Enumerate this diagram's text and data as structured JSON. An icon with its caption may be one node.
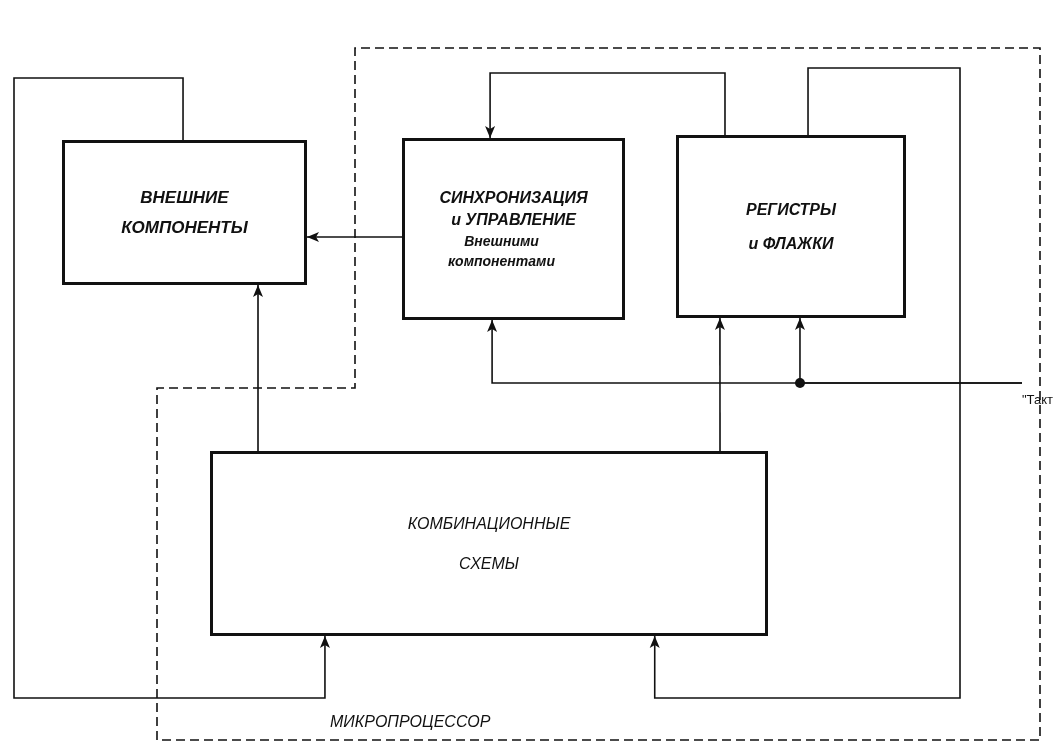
{
  "diagram": {
    "nodes": [
      {
        "text": [
          "МИКРОПРОЦЕССОР"
        ]
      },
      {
        "text": [
          "ВНЕШНИЕ КОМПОНЕНТЫ"
        ]
      },
      {
        "text": [
          "СИНХРОНИЗАЦИЯ и УПРАВЛЕНИЕ",
          "Внешними компонентами"
        ],
        "in": 0
      },
      {
        "text": [
          "РЕГИСТРЫ и ФЛАЖКИ"
        ],
        "in": 0
      },
      {
        "text": [
          "КОМБИНАЦИОННЫЕ СХЕМЫ"
        ],
        "in": 0
      },
      {
        "text": [
          "\"Такт"
        ]
      }
    ],
    "edges": [
      {
        "from": 2,
        "to": 1,
        "arrow": "to"
      },
      {
        "from": 4,
        "to": 1,
        "arrow": "to"
      },
      {
        "from": 4,
        "to": 3,
        "arrow": "to"
      },
      {
        "from": 3,
        "to": 2,
        "arrow": "to"
      },
      {
        "from": 3,
        "to": 4,
        "arrow": "to"
      },
      {
        "from": 1,
        "to": 4,
        "arrow": "to"
      },
      {
        "from": 5,
        "to": 2,
        "arrow": "to"
      },
      {
        "from": 5,
        "to": 3,
        "arrow": "to"
      }
    ]
  }
}
